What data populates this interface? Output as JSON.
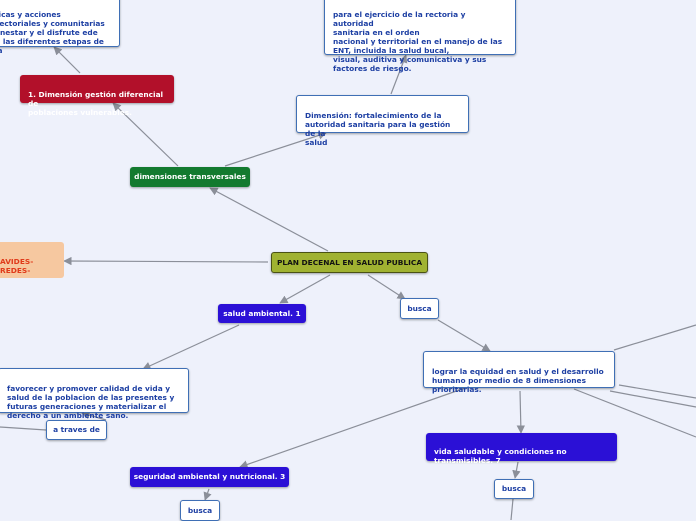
{
  "colors": {
    "background": "#eef1fb",
    "connector": "#8b8f99",
    "topic_blue": "#2b10d6",
    "topic_red": "#b2102a",
    "topic_green": "#137a2f",
    "topic_olive": "#a0b231",
    "topic_peach": "#f6c8a0",
    "subtopic_border": "#3f6fb5",
    "subtopic_text": "#1d3fa3"
  },
  "nodes": {
    "central": "PLAN DECENAL EN SALUD PUBLICA",
    "transversales": "dimensiones transversales",
    "gestion_diferencial": "1. Dimensión gestión diferencial de\npoblaciones vulnerables.",
    "topleft_text": "ticas y acciones\nsectoriales y comunitarias\nenestar y el disfrute ede\nn las diferentes etapas de la",
    "fortalecimiento": "Dimensión: fortalecimiento de la\nautoridad sanitaria para la gestión de la\nsalud",
    "topright_text": "para el ejercicio de la rectoria y autoridad\nsanitaria en el orden\nnacional y territorial en el manejo de las\nENT, incluida la salud bucal,\nvisual, auditiva y comunicativa y sus\nfactores de riesgo.",
    "left_peach": "AVIDES-\nREDES-",
    "salud_ambiental": "salud ambiental. 1",
    "busca_1": "busca",
    "favorecer": "favorecer y promover calidad de vida y\nsalud de la poblacion de las presentes y\nfuturas generaciones y materializar el\nderecho a un ambiente sano.",
    "a_traves_de": "a traves de",
    "lograr": "lograr la equidad en salud y el desarrollo\nhumano por medio de 8 dimensiones\nprioritarias.",
    "vida_saludable": "vida saludable y condiciones no\ntransmisibles. 7",
    "busca_2": "busca",
    "seguridad": "seguridad ambiental y nutricional. 3",
    "busca_3": "busca"
  }
}
